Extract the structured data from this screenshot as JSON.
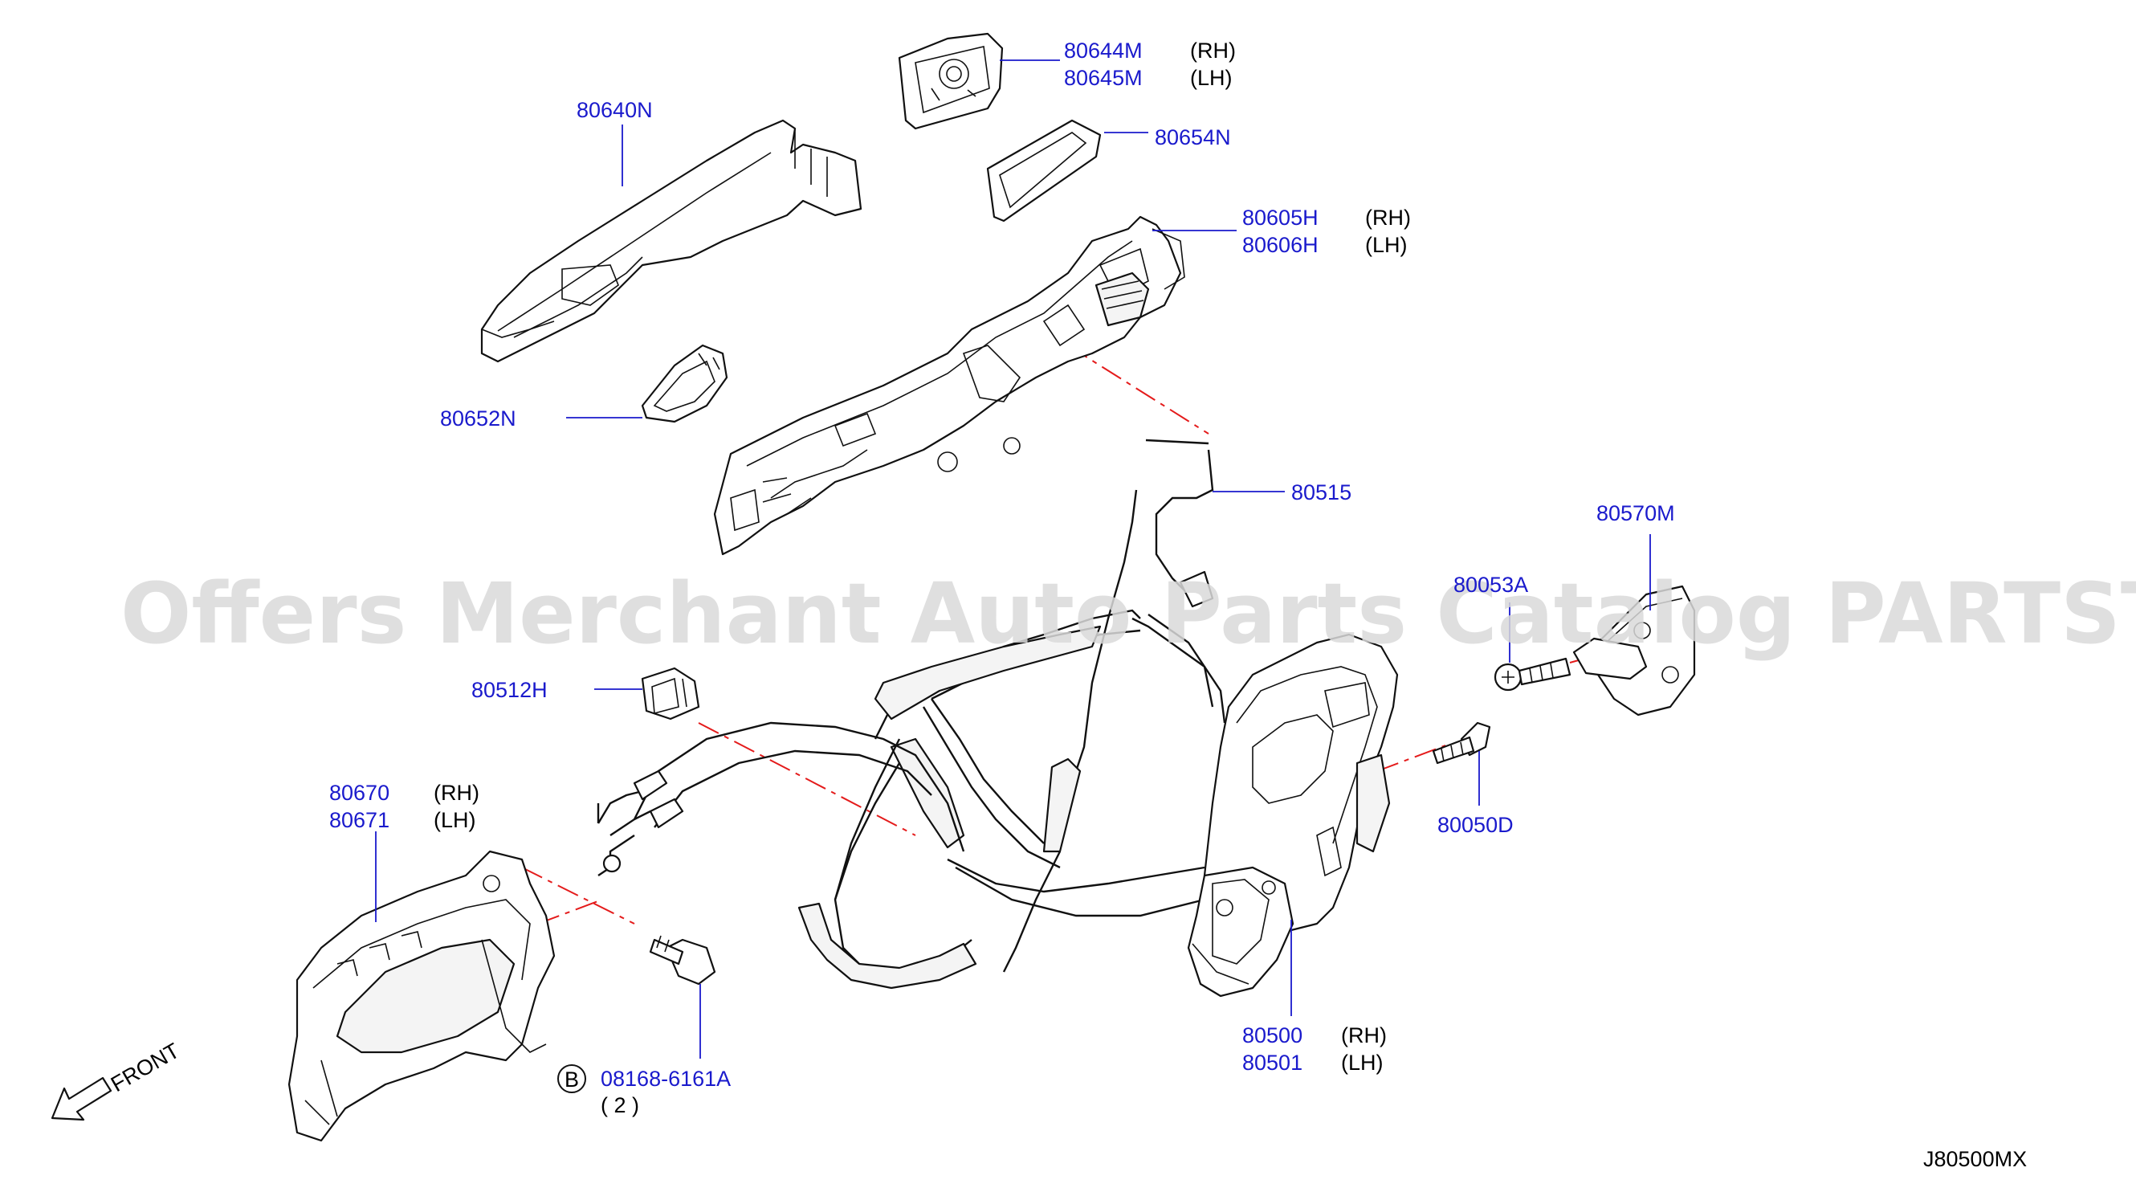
{
  "parts": {
    "p80644": {
      "number": "80644M",
      "side": "(RH)"
    },
    "p80645": {
      "number": "80645M",
      "side": "(LH)"
    },
    "p80640": {
      "number": "80640N"
    },
    "p80654": {
      "number": "80654N"
    },
    "p80605": {
      "number": "80605H",
      "side": "(RH)"
    },
    "p80606": {
      "number": "80606H",
      "side": "(LH)"
    },
    "p80652": {
      "number": "80652N"
    },
    "p80515": {
      "number": "80515"
    },
    "p80570": {
      "number": "80570M"
    },
    "p80053": {
      "number": "80053A"
    },
    "p80512": {
      "number": "80512H"
    },
    "p80050": {
      "number": "80050D"
    },
    "p80670": {
      "number": "80670",
      "side": "(RH)"
    },
    "p80671": {
      "number": "80671",
      "side": "(LH)"
    },
    "p80500": {
      "number": "80500",
      "side": "(RH)"
    },
    "p80501": {
      "number": "80501",
      "side": "(LH)"
    },
    "bolt": {
      "badge": "B",
      "number": "08168-6161A",
      "qty": "( 2 )"
    }
  },
  "front_label": "FRONT",
  "diagram_code": "J80500MX",
  "watermark": "Offers Merchant Auto Parts Catalog PARTSTORE.SA",
  "colors": {
    "part_label": "#1a1acc",
    "centerline": "#e41b1b",
    "watermark": "#d9d9d9"
  }
}
